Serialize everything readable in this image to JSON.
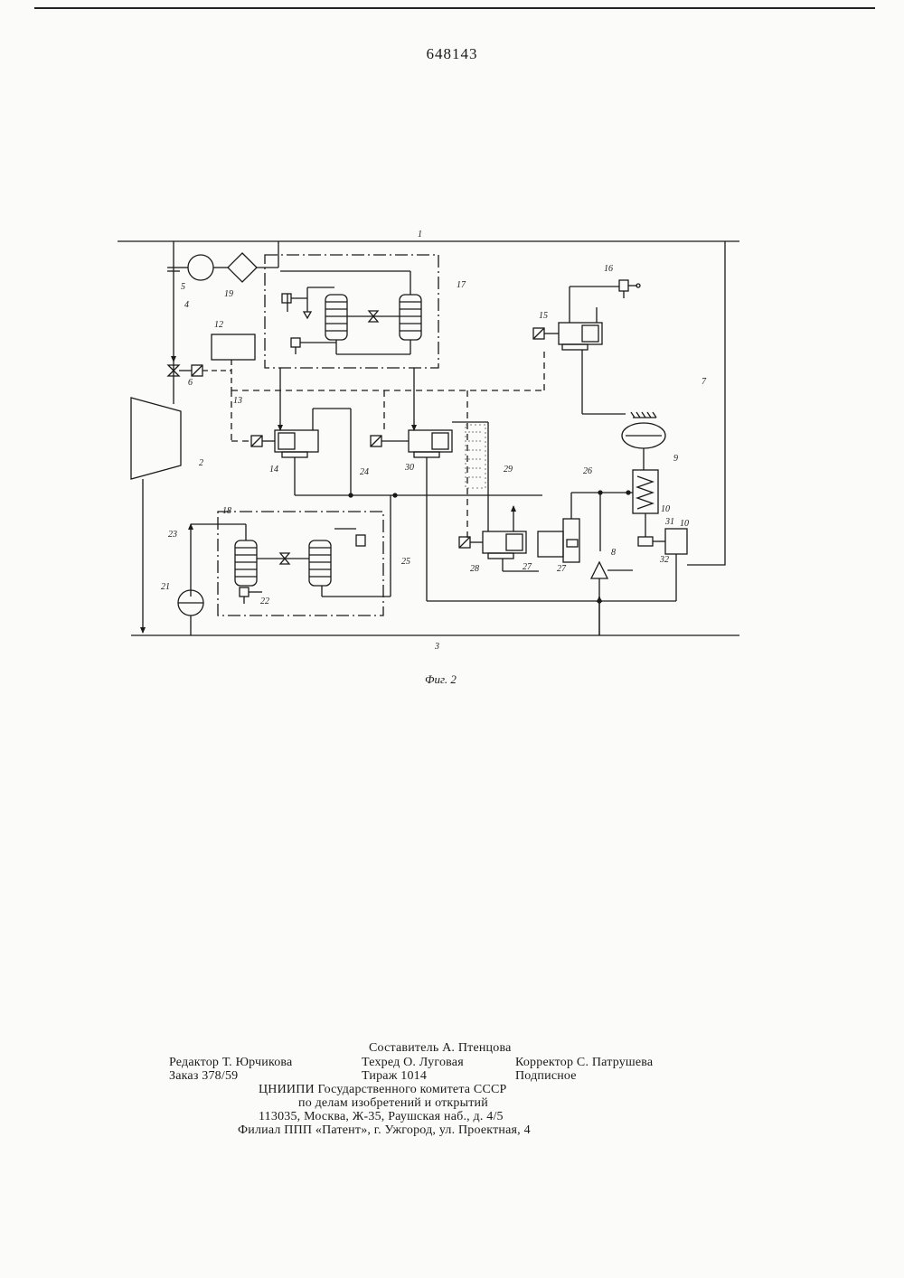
{
  "header": {
    "patent_number": "648143"
  },
  "figure": {
    "caption": "Фиг. 2",
    "labels": {
      "n1": "1",
      "n2": "2",
      "n3": "3",
      "n4": "4",
      "n5": "5",
      "n6": "6",
      "n7": "7",
      "n8": "8",
      "n9": "9",
      "n10": "10",
      "n10b": "10",
      "n12": "12",
      "n13": "13",
      "n14": "14",
      "n15": "15",
      "n16": "16",
      "n17": "17",
      "n18": "18",
      "n19": "19",
      "n21": "21",
      "n22": "22",
      "n23": "23",
      "n24": "24",
      "n25": "25",
      "n26": "26",
      "n27a": "27",
      "n27b": "27",
      "n28": "28",
      "n29": "29",
      "n30": "30",
      "n31": "31",
      "n32": "32"
    }
  },
  "imprint": {
    "compiler": "Составитель А. Птенцова",
    "editor": "Редактор Т. Юрчикова",
    "tech_editor": "Техред О. Луговая",
    "proofreader": "Корректор С. Патрушева",
    "order": "Заказ 378/59",
    "circulation": "Тираж 1014",
    "subscription": "Подписное",
    "institute": "ЦНИИПИ Государственного комитета СССР",
    "institute_line2": "по делам изобретений и открытий",
    "address": "113035, Москва, Ж-35, Раушская наб., д. 4/5",
    "branch": "Филиал ППП «Патент», г. Ужгород, ул. Проектная, 4"
  }
}
